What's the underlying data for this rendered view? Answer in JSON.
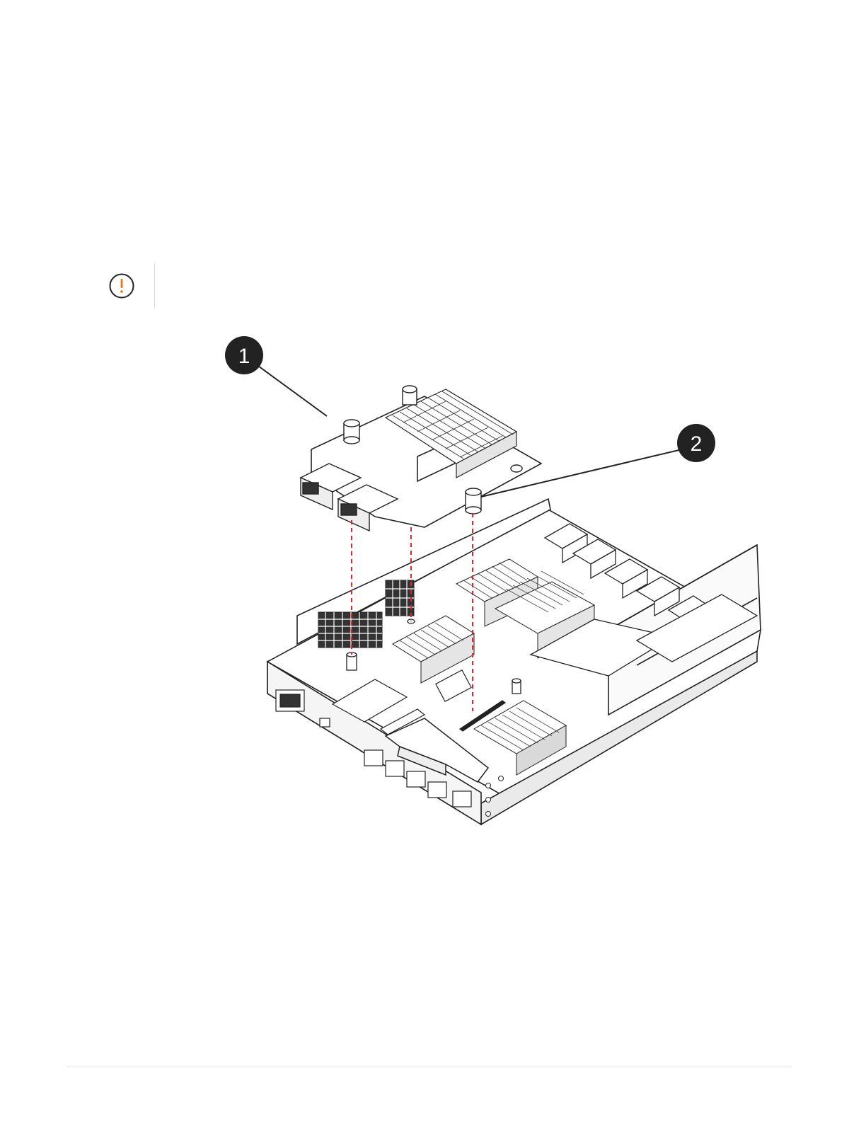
{
  "admonition": {
    "type": "caution",
    "icon": "warning-exclamation-icon",
    "icon_color": "#e8741c"
  },
  "figure": {
    "callouts": [
      {
        "number": "1"
      },
      {
        "number": "2"
      }
    ],
    "alignment_line_color": "#e0282c"
  }
}
